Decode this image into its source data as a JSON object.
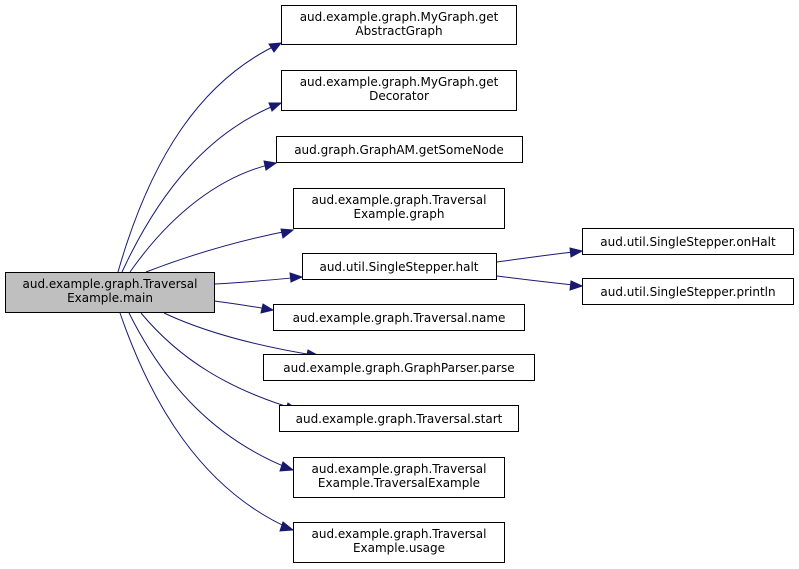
{
  "colors": {
    "edge": "#191970",
    "root_fill": "#bfbfbf",
    "node_fill": "#ffffff",
    "node_border": "#000000"
  },
  "nodes": {
    "root": {
      "line1": "aud.example.graph.Traversal",
      "line2": "Example.main"
    },
    "get_abstract_graph": {
      "line1": "aud.example.graph.MyGraph.get",
      "line2": "AbstractGraph"
    },
    "get_decorator": {
      "line1": "aud.example.graph.MyGraph.get",
      "line2": "Decorator"
    },
    "get_some_node": {
      "line1": "aud.graph.GraphAM.getSomeNode"
    },
    "traversal_graph": {
      "line1": "aud.example.graph.Traversal",
      "line2": "Example.graph"
    },
    "halt": {
      "line1": "aud.util.SingleStepper.halt"
    },
    "on_halt": {
      "line1": "aud.util.SingleStepper.onHalt"
    },
    "println": {
      "line1": "aud.util.SingleStepper.println"
    },
    "traversal_name": {
      "line1": "aud.example.graph.Traversal.name"
    },
    "parse": {
      "line1": "aud.example.graph.GraphParser.parse"
    },
    "traversal_start": {
      "line1": "aud.example.graph.Traversal.start"
    },
    "traversal_example_ctor": {
      "line1": "aud.example.graph.Traversal",
      "line2": "Example.TraversalExample"
    },
    "usage": {
      "line1": "aud.example.graph.Traversal",
      "line2": "Example.usage"
    }
  }
}
